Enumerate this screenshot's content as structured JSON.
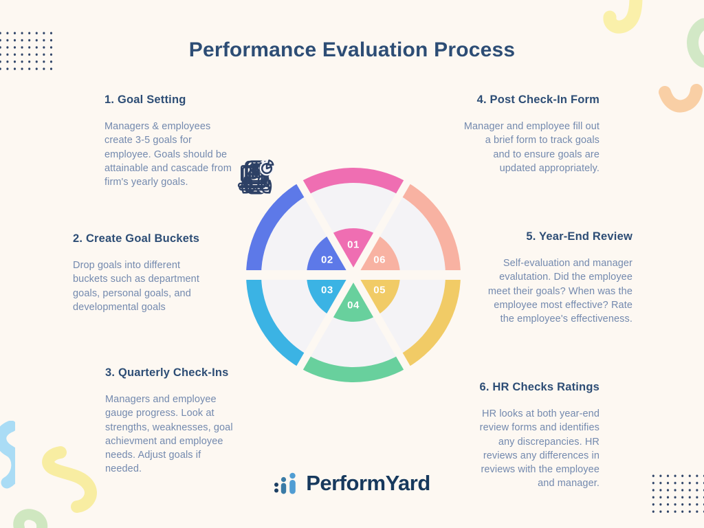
{
  "title": "Performance Evaluation Process",
  "steps": [
    {
      "heading": "1. Goal Setting",
      "body": "Managers & employees\ncreate 3-5 goals for\nemployee. Goals should be\nattainable and cascade from\nfirm's yearly goals."
    },
    {
      "heading": "2. Create Goal Buckets",
      "body": "Drop goals into different\nbuckets such as department\ngoals, personal goals, and\ndevelopmental goals"
    },
    {
      "heading": "3. Quarterly Check-Ins",
      "body": "Managers and employee\ngauge progress. Look at\nstrengths, weaknesses, goal\nachievment and employee\nneeds. Adjust goals if\nneeded."
    },
    {
      "heading": "4. Post Check-In Form",
      "body": "Manager and employee fill out\na brief form to track goals\nand to ensure goals are\nupdated appropriately."
    },
    {
      "heading": "5. Year-End Review",
      "body": "Self-evaluation and manager\nevalutation. Did the employee\nmeet their goals? When was the\nemployee most effective? Rate\nthe employee's effectiveness."
    },
    {
      "heading": "6. HR Checks Ratings",
      "body": "HR looks at both year-end\nreview forms and identifies\nany discrepancies. HR\nreviews any differences in\nreviews with the employee\nand manager."
    }
  ],
  "wheel": {
    "segments": [
      {
        "number": "01",
        "color": "#ef6eb2",
        "icon": "document-star-pen-icon"
      },
      {
        "number": "02",
        "color": "#5d79e8",
        "icon": "presentation-chart-magnifier-icon"
      },
      {
        "number": "03",
        "color": "#3bb3e4",
        "icon": "phone-tap-icon"
      },
      {
        "number": "04",
        "color": "#68d09d",
        "icon": "laptop-gear-icon"
      },
      {
        "number": "05",
        "color": "#f1cb66",
        "icon": "hands-gear-icon"
      },
      {
        "number": "06",
        "color": "#f8b2a2",
        "icon": "laptop-analytics-pie-icon"
      }
    ]
  },
  "logo": {
    "name": "PerformYard"
  },
  "colors": {
    "background": "#fdf8f2",
    "heading": "#2d4d75",
    "body_text": "#7389ae",
    "icon_outline": "#2d4065",
    "sector_fill": "#f4f3f6",
    "dot_grid": "#2f4468",
    "logo_text": "#17395d",
    "logo_mark_dark": "#1d3f63",
    "logo_mark_mid": "#3a7ba6",
    "logo_mark_light": "#509dd3",
    "decor_yellow": "#f8eda2",
    "decor_pale_yellow": "#faf0aa",
    "decor_green": "#cfe7c0",
    "decor_peach": "#f9cfa5",
    "decor_blue": "#aadcf5"
  }
}
